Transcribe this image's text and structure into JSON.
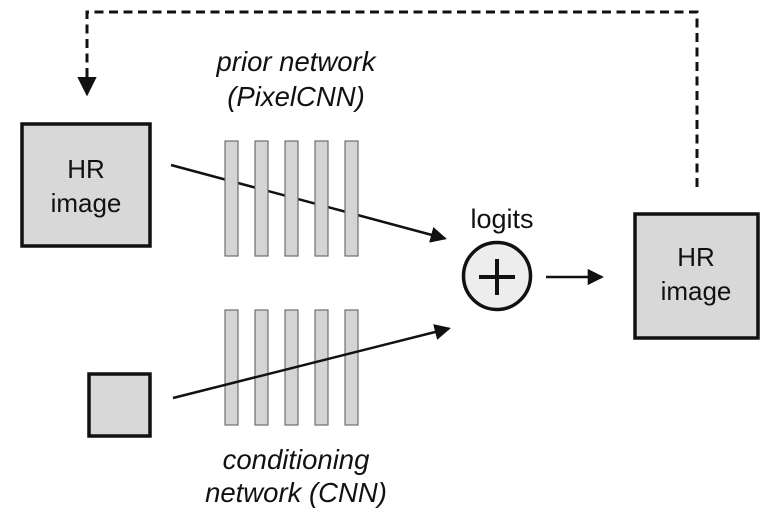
{
  "colors": {
    "background": "#ffffff",
    "ink": "#111111",
    "box_fill": "#d8d8d8",
    "bar_fill": "#d4d4d4",
    "bar_stroke": "#6e6e6e",
    "sum_circle_fill": "#ededed"
  },
  "diagram": {
    "hr_input_box": {
      "line1": "HR",
      "line2": "image"
    },
    "prior_network_label": {
      "line1": "prior network",
      "line2": "(PixelCNN)"
    },
    "conditioning_network_label": {
      "line1": "conditioning",
      "line2": "network (CNN)"
    },
    "logits_label": "logits",
    "sum_operator": "+",
    "hr_output_box": {
      "line1": "HR",
      "line2": "image"
    }
  }
}
